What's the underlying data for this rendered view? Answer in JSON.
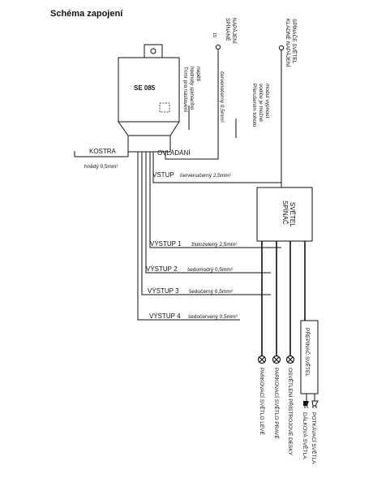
{
  "title": "Schéma zapojení",
  "module": {
    "name": "SE 085",
    "trim_note": [
      "Trimr pro nastavení",
      "hodnoty spínacího",
      "napětí"
    ],
    "disable_note": [
      "Přerušením tohoto",
      "vodiče je možné",
      "modul vypnout"
    ]
  },
  "wires": {
    "red_black": "červenočerný 0,5mm²",
    "ovladani": "OVLÁDÁNÍ",
    "kostra": "KOSTRA",
    "kostra_wire": "hnědý 0,5mm²",
    "vstup": "VSTUP",
    "vstup_wire": "červenočerný 2,5mm²",
    "vystup1": "VÝSTUP 1",
    "vystup1_wire": "žlutozelený 2,5mm²",
    "vystup2": "VÝSTUP 2",
    "vystup2_wire": "šedomodrý 0,5mm²",
    "vystup3": "VÝSTUP 3",
    "vystup3_wire": "šedočerný 0,5mm²",
    "vystup4": "VÝSTUP 4",
    "vystup4_wire": "šedočervený 0,5mm²"
  },
  "top_labels": {
    "spinane": [
      "SPÍNANÉ",
      "NAPÁJENÍ"
    ],
    "fuse": "15",
    "klad": [
      "KLADNÉ NAPÁJENÍ",
      "SPÍNAČE SVĚTEL"
    ]
  },
  "light_switch_box": [
    "SPÍNAČ",
    "SVĚTEL"
  ],
  "selector_box": "PŘEPÍNAČ SVĚTEL",
  "outputs": [
    "PARKOVACÍ SVĚTLO LEVÉ",
    "PARKOVACÍ SVĚTLO PRAVÉ",
    "OSVĚTLENÍ PŘÍSTROJOVÉ DESKY",
    "DÁLKOVÁ SVĚTLA",
    "POTKÁVACÍ SVĚTLA"
  ]
}
